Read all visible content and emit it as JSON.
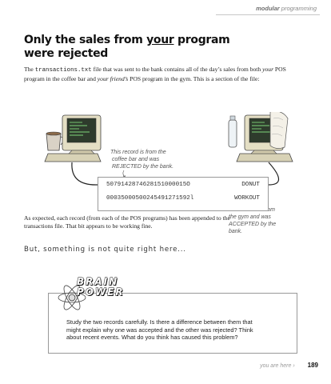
{
  "header": {
    "section_bold": "modular",
    "section_rest": " programming"
  },
  "title": {
    "line1_pre": "Only the sales from ",
    "line1_emph": "your",
    "line1_post": " program",
    "line2": "were rejected"
  },
  "intro": {
    "t1": "The ",
    "file": "transactions.txt",
    "t2": " file that was sent to the bank contains all of the day’s sales from both ",
    "your": "your",
    "t3": " POS program in the coffee bar and ",
    "friend": "your friend’s",
    "t4": " POS program in the gym. This is a section of the file:"
  },
  "notes": {
    "coffee": [
      "This record is from the",
      "coffee bar and was",
      "REJECTED by the bank."
    ],
    "gym": [
      "This record is from",
      "the gym and was",
      "ACCEPTED by the",
      "bank."
    ]
  },
  "records": [
    {
      "number": "5079142874628151000015O",
      "item": "DONUT"
    },
    {
      "number": "00035000500245491271592l",
      "item": "WORKOUT"
    }
  ],
  "para2": "As expected, each record (from each of the POS programs) has been appended to the transactions file. That bit appears to be working fine.",
  "subhead": "But, something is not quite right here...",
  "brain_power": {
    "word1": "BRAIN",
    "word2": "POWER",
    "text": "Study the two records carefully. Is there a difference between them that might explain why one was accepted and the other was rejected? Think about recent events. What do you think has caused this problem?"
  },
  "footer": {
    "you_are_here": "you are here",
    "arrow": "›",
    "page": "189"
  }
}
